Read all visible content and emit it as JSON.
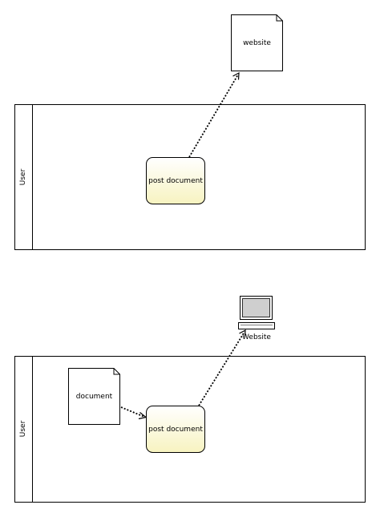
{
  "diagram_1": {
    "website_doc_label": "website",
    "lane_label": "User",
    "activity_label": "post document"
  },
  "diagram_2": {
    "computer_label": "Website",
    "lane_label": "User",
    "document_label": "document",
    "activity_label": "post document"
  },
  "colors": {
    "activity_fill_top": "#ffffff",
    "activity_fill_bottom": "#f7f3c0",
    "stroke": "#000000",
    "screen": "#cfcfcf"
  }
}
